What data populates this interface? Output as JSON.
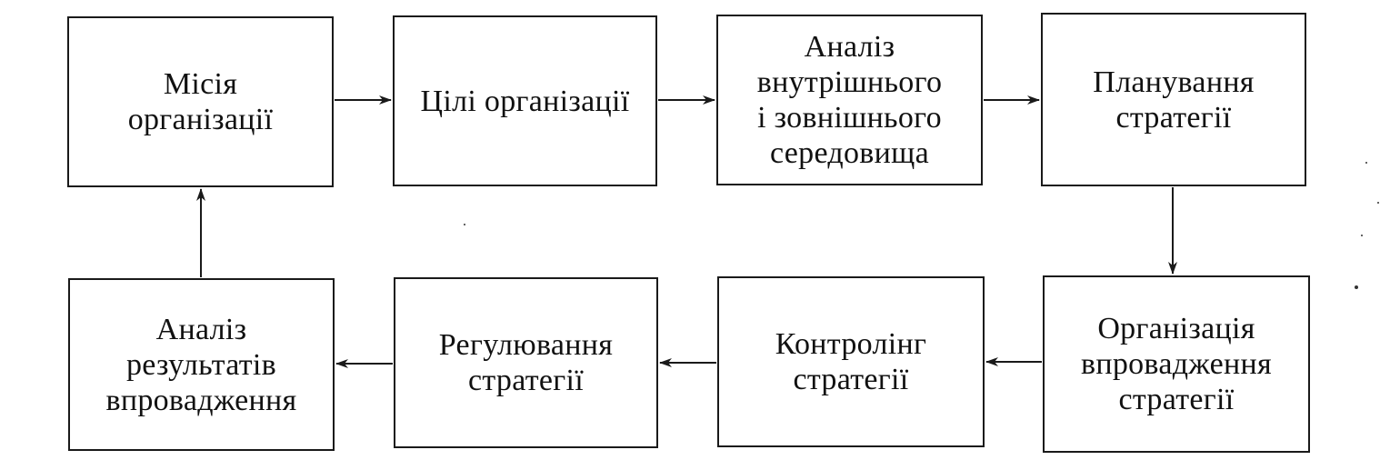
{
  "nodes": [
    {
      "id": "mission",
      "label": "Місія\nорганізації"
    },
    {
      "id": "goals",
      "label": "Цілі організації"
    },
    {
      "id": "analysis_env",
      "label": "Аналіз\nвнутрішнього\nі зовнішнього\nсередовища"
    },
    {
      "id": "planning",
      "label": "Планування\nстратегії"
    },
    {
      "id": "implementation",
      "label": "Організація\nвпровадження\nстратегії"
    },
    {
      "id": "controlling",
      "label": "Контролінг\nстратегії"
    },
    {
      "id": "regulation",
      "label": "Регулювання\nстратегії"
    },
    {
      "id": "results",
      "label": "Аналіз\nрезультатів\nвпровадження"
    }
  ],
  "edges": [
    {
      "from": "mission",
      "to": "goals"
    },
    {
      "from": "goals",
      "to": "analysis_env"
    },
    {
      "from": "analysis_env",
      "to": "planning"
    },
    {
      "from": "planning",
      "to": "implementation"
    },
    {
      "from": "implementation",
      "to": "controlling"
    },
    {
      "from": "controlling",
      "to": "regulation"
    },
    {
      "from": "regulation",
      "to": "results"
    },
    {
      "from": "results",
      "to": "mission"
    }
  ],
  "colors": {
    "line": "#1a1a1a",
    "background": "#ffffff"
  }
}
